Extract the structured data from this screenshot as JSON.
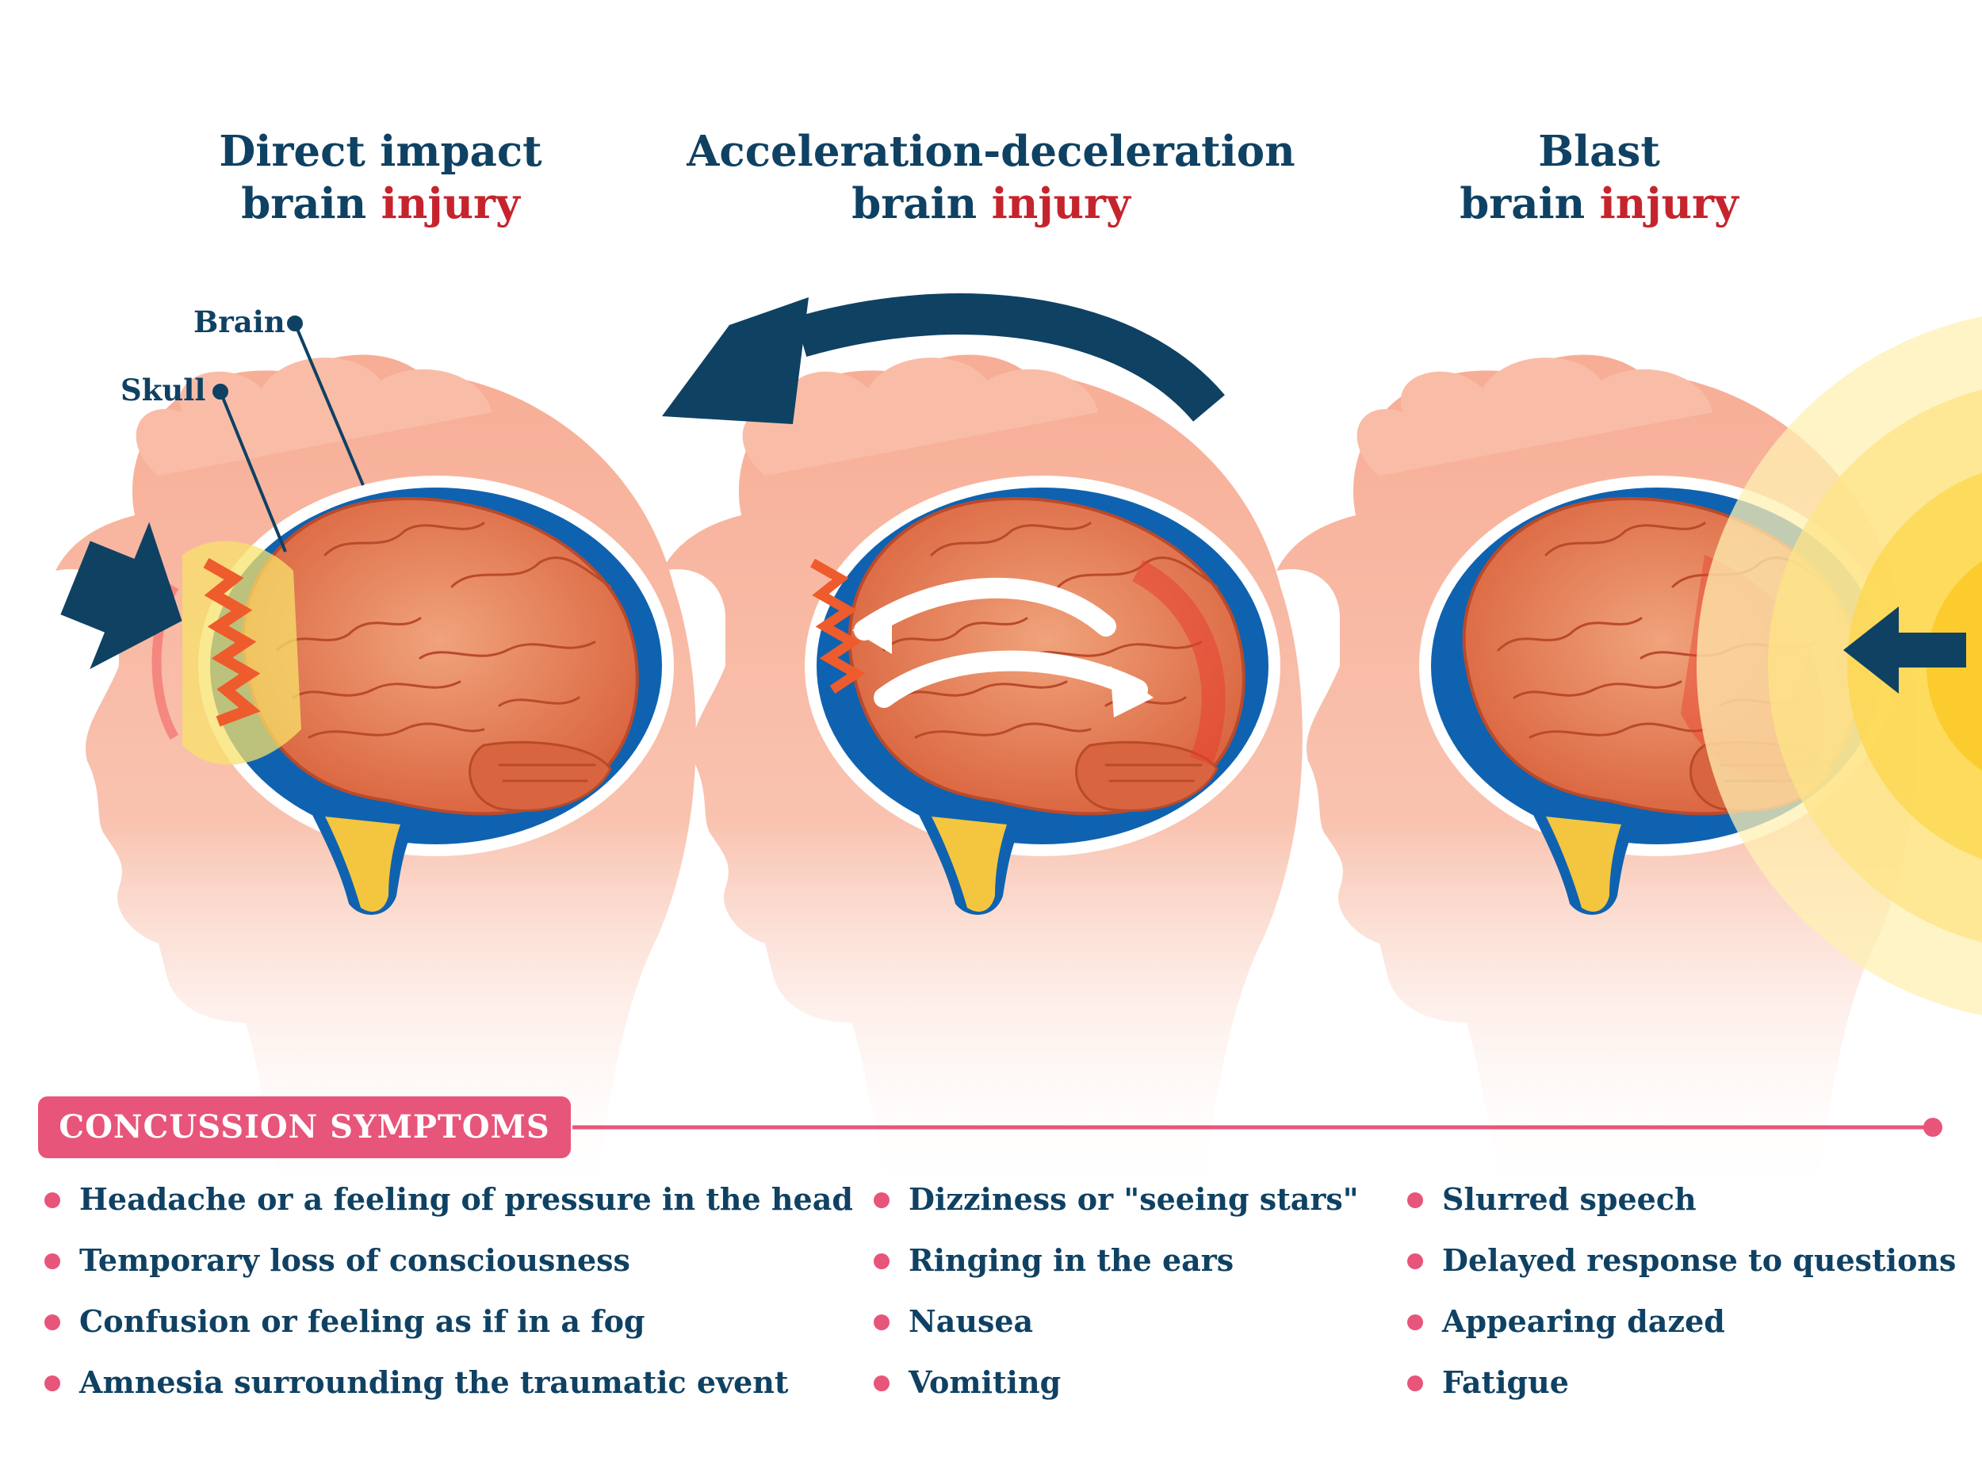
{
  "titles": [
    {
      "line1": "Direct impact",
      "line2_main": "brain ",
      "line2_accent": "injury"
    },
    {
      "line1": "Acceleration-deceleration",
      "line2_main": "brain ",
      "line2_accent": "injury"
    },
    {
      "line1": "Blast",
      "line2_main": "brain ",
      "line2_accent": "injury"
    }
  ],
  "labels": {
    "brain": "Brain",
    "skull": "Skull"
  },
  "symptoms": {
    "heading": "CONCUSSION SYMPTOMS",
    "columns": [
      [
        "Headache or a feeling of pressure in the head",
        "Temporary loss of consciousness",
        "Confusion or feeling as if in a fog",
        "Amnesia surrounding the traumatic event"
      ],
      [
        "Dizziness or \"seeing stars\"",
        "Ringing in the ears",
        "Nausea",
        "Vomiting"
      ],
      [
        "Slurred speech",
        "Delayed response to questions",
        "Appearing dazed",
        "Fatigue"
      ]
    ]
  },
  "colors": {
    "title": "#0f4163",
    "accent": "#c6242d",
    "badge": "#e8557a",
    "skin": "#f6b49d",
    "skull_fluid": "#0f62b0",
    "brain": "#e77d55",
    "blast": "#fbd54a",
    "arrow": "#0f4163"
  },
  "icons": [
    "impact-arrow-icon",
    "rotation-arrow-icon",
    "blast-arrow-icon",
    "sloshing-arrows-icon"
  ]
}
